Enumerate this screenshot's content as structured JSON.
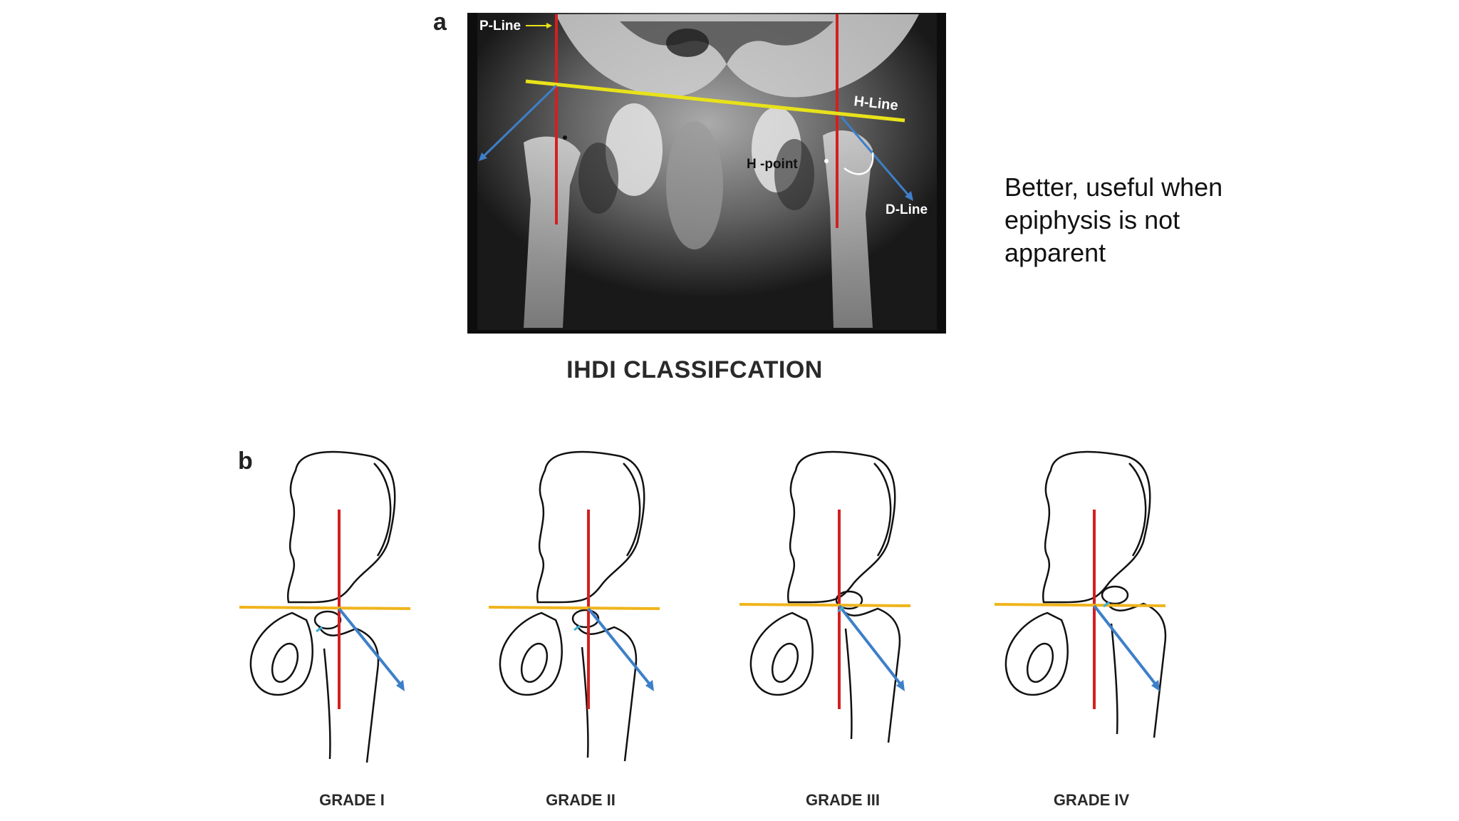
{
  "panel_a": {
    "letter": "a",
    "labels": {
      "p_line": "P-Line",
      "h_line": "H-Line",
      "h_point": "H -point",
      "d_line": "D-Line"
    }
  },
  "title": "IHDI CLASSIFCATION",
  "side_note": "Better, useful when epiphysis is not apparent",
  "panel_b": {
    "letter": "b",
    "grades": [
      "GRADE I",
      "GRADE II",
      "GRADE III",
      "GRADE IV"
    ]
  },
  "colors": {
    "p_line": "#d41f1f",
    "h_line_xray": "#e8e21a",
    "h_line_diagram": "#f0b41c",
    "d_line": "#3d7fc9",
    "h_point_arrow": "#3bb0d6"
  }
}
